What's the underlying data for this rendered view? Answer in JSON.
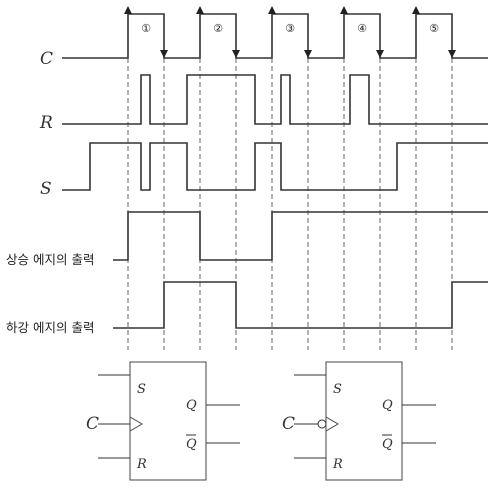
{
  "signals": [
    {
      "key": "C",
      "label": "C"
    },
    {
      "key": "R",
      "label": "R"
    },
    {
      "key": "S",
      "label": "S"
    }
  ],
  "outputs": {
    "rising": "상승 에지의 출력",
    "falling": "하강 에지의 출력"
  },
  "clock_markers": [
    "①",
    "②",
    "③",
    "④",
    "⑤"
  ],
  "flipflops": [
    {
      "S": "S",
      "C": "C",
      "R": "R",
      "Q": "Q",
      "Qbar": "Q",
      "clock_input": "positive-edge"
    },
    {
      "S": "S",
      "C": "C",
      "R": "R",
      "Q": "Q",
      "Qbar": "Q",
      "clock_input": "negative-edge"
    }
  ]
}
